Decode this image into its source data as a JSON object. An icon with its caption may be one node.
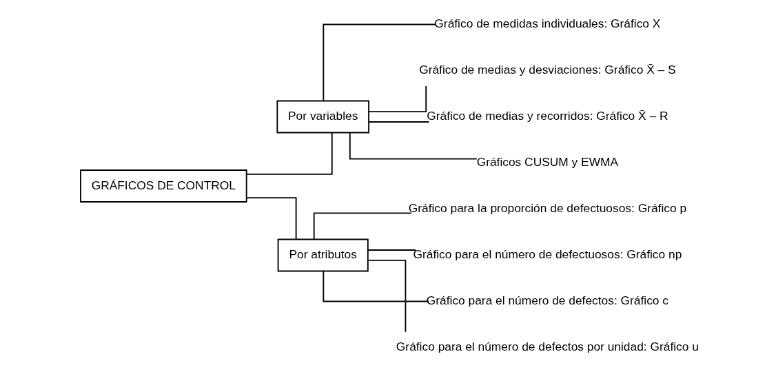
{
  "diagram": {
    "nodes": [
      {
        "text": [
          "GRÁFICOS DE CONTROL"
        ]
      },
      {
        "text": [
          "Por variables"
        ]
      },
      {
        "text": [
          "Por atributos"
        ]
      },
      {
        "text": [
          "Gráfico de medidas individuales: Gráfico X"
        ]
      },
      {
        "text": [
          "Gráfico de medias y desviaciones: Gráfico X̄ – S"
        ]
      },
      {
        "text": [
          "Gráfico de medias y recorridos: Gráfico X̄ – R"
        ]
      },
      {
        "text": [
          "Gráficos CUSUM y EWMA"
        ]
      },
      {
        "text": [
          "Gráfico para la proporción de defectuosos: Gráfico p"
        ]
      },
      {
        "text": [
          "Gráfico para el número de defectuosos: Gráfico np"
        ]
      },
      {
        "text": [
          "Gráfico para el número de defectos: Gráfico c"
        ]
      },
      {
        "text": [
          "Gráfico para el número de defectos por unidad: Gráfico u"
        ]
      }
    ],
    "edges": [
      {
        "from": 0,
        "to": 1,
        "arrow": "none"
      },
      {
        "from": 0,
        "to": 2,
        "arrow": "none"
      },
      {
        "from": 1,
        "to": 3,
        "arrow": "none"
      },
      {
        "from": 1,
        "to": 4,
        "arrow": "none"
      },
      {
        "from": 1,
        "to": 5,
        "arrow": "none"
      },
      {
        "from": 1,
        "to": 6,
        "arrow": "none"
      },
      {
        "from": 2,
        "to": 7,
        "arrow": "none"
      },
      {
        "from": 2,
        "to": 8,
        "arrow": "none"
      },
      {
        "from": 2,
        "to": 9,
        "arrow": "none"
      },
      {
        "from": 2,
        "to": 10,
        "arrow": "none"
      }
    ]
  }
}
